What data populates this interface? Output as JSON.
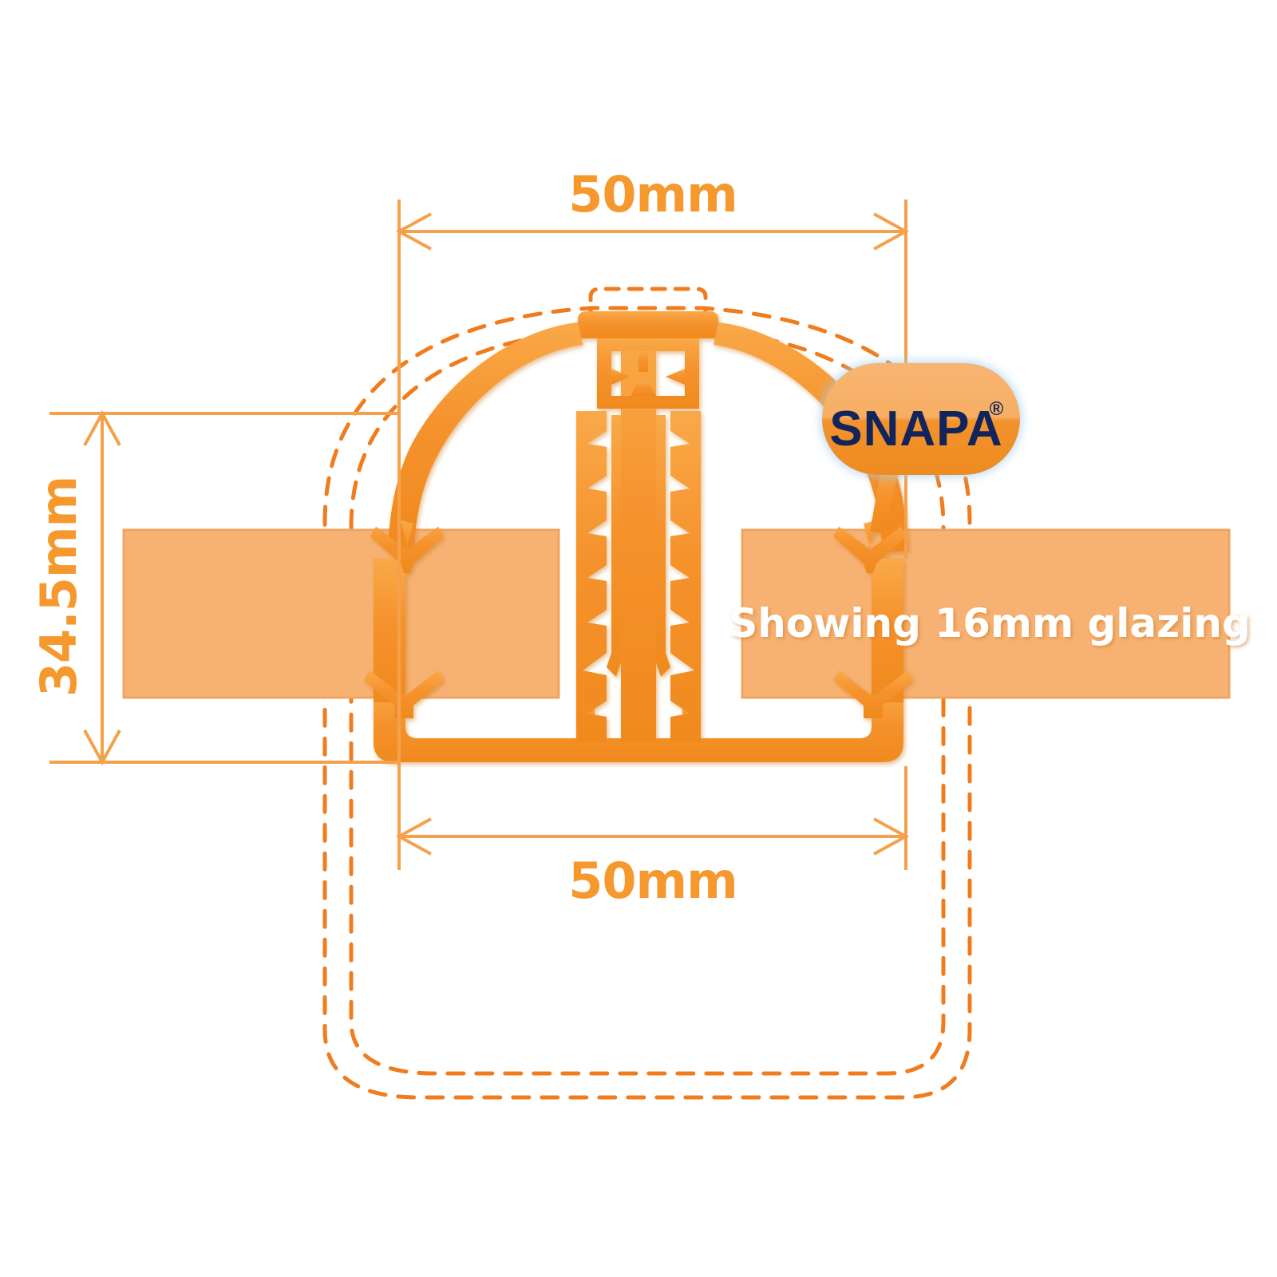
{
  "diagram": {
    "title": "Snapa glazing bar cross-section",
    "colors": {
      "profile_orange": "#F5902B",
      "profile_orange_light": "#F79C36",
      "glazing_fill": "#F7B273",
      "glazing_stroke": "#F0A35C",
      "dimension_line": "#F5A04B",
      "dashed_outline": "#F07C1E",
      "logo_top": "#F7B069",
      "logo_bottom": "#F2922C",
      "logo_text": "#11255C",
      "logo_glow": "#CFE4F5",
      "label_white": "#FFFFFF",
      "background": "#FFFFFF"
    },
    "dimensions": {
      "top_width": {
        "label": "50mm",
        "value": 50,
        "unit": "mm",
        "orientation": "horizontal",
        "position": "top"
      },
      "bottom_width": {
        "label": "50mm",
        "value": 50,
        "unit": "mm",
        "orientation": "horizontal",
        "position": "bottom"
      },
      "height": {
        "label": "34.5mm",
        "value": 34.5,
        "unit": "mm",
        "orientation": "vertical",
        "position": "left",
        "rotation_deg": -90
      }
    },
    "annotations": {
      "glazing_note": "Showing 16mm glazing"
    },
    "logo": {
      "text": "SNAPA",
      "registered_mark": "®"
    }
  }
}
